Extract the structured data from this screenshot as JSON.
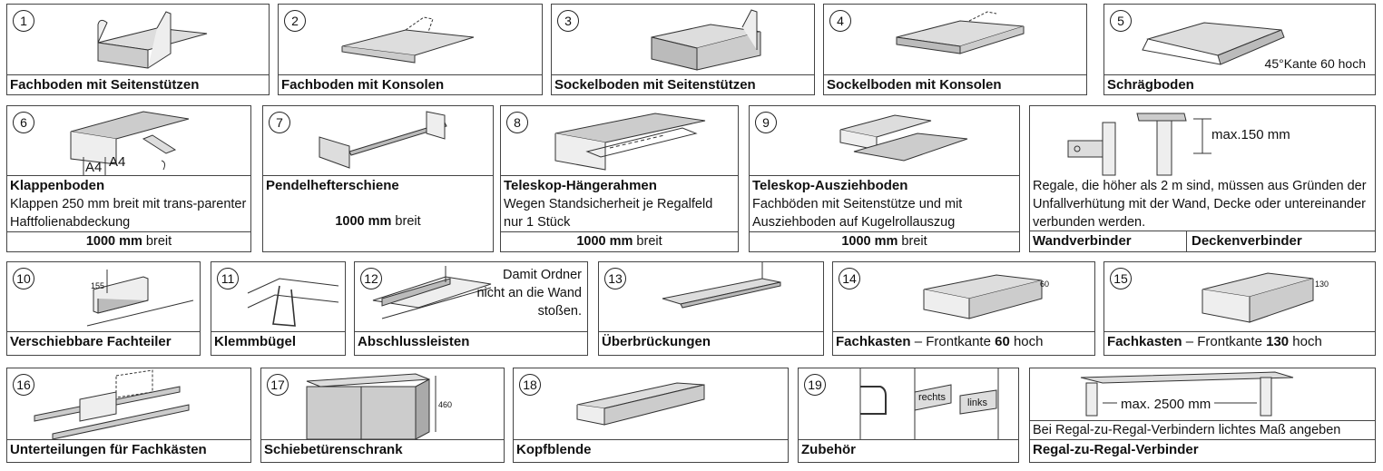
{
  "items": [
    {
      "num": "1",
      "title": "Fachboden mit Seitenstützen"
    },
    {
      "num": "2",
      "title": "Fachboden mit Konsolen"
    },
    {
      "num": "3",
      "title": "Sockelboden mit Seitenstützen"
    },
    {
      "num": "4",
      "title": "Sockelboden mit Konsolen"
    },
    {
      "num": "5",
      "title": "Schrägboden",
      "note": "45°Kante 60 hoch"
    },
    {
      "num": "6",
      "title": "Klappenboden",
      "desc": "Klappen 250 mm breit mit trans-parenter Haftfolienabdeckung",
      "foot_bold": "1000 mm",
      "foot_rest": " breit",
      "label_a": "A4",
      "label_b": "A4"
    },
    {
      "num": "7",
      "title": "Pendelhefterschiene",
      "foot_bold": "1000 mm",
      "foot_rest": " breit"
    },
    {
      "num": "8",
      "title": "Teleskop-Hängerahmen",
      "desc": "Wegen Standsicherheit je Regalfeld nur 1 Stück",
      "foot_bold": "1000 mm",
      "foot_rest": " breit"
    },
    {
      "num": "9",
      "title": "Teleskop-Ausziehboden",
      "desc": "Fachböden mit Seitenstütze und mit Ausziehboden auf Kugelrollauszug",
      "foot_bold": "1000 mm",
      "foot_rest": " breit"
    },
    {
      "num": "",
      "desc": "Regale, die höher als 2 m sind, müssen aus Gründen der Unfallverhütung mit der Wand, Decke oder untereinander verbunden werden.",
      "left_title": "Wandverbinder",
      "right_title": "Deckenverbinder",
      "dim": "max.150 mm"
    },
    {
      "num": "10",
      "title": "Verschiebbare Fachteiler",
      "dim": "155"
    },
    {
      "num": "11",
      "title": "Klemmbügel"
    },
    {
      "num": "12",
      "title": "Abschlussleisten",
      "note": "Damit Ordner nicht an die Wand stoßen."
    },
    {
      "num": "13",
      "title": "Überbrückungen"
    },
    {
      "num": "14",
      "title": "Fachkasten",
      "title_rest": " – Frontkante ",
      "title_bold2": "60",
      "title_rest2": " hoch",
      "dim": "60"
    },
    {
      "num": "15",
      "title": "Fachkasten",
      "title_rest": " – Frontkante ",
      "title_bold2": "130",
      "title_rest2": " hoch",
      "dim": "130"
    },
    {
      "num": "16",
      "title": "Unterteilungen für Fachkästen"
    },
    {
      "num": "17",
      "title": "Schiebetürenschrank",
      "dim": "460"
    },
    {
      "num": "18",
      "title": "Kopfblende"
    },
    {
      "num": "19",
      "title": "Zubehör",
      "label_a": "rechts",
      "label_b": "links"
    },
    {
      "num": "",
      "title": "Regal-zu-Regal-Verbinder",
      "desc": "Bei Regal-zu-Regal-Verbindern lichtes Maß angeben",
      "dim": "max. 2500 mm"
    }
  ]
}
